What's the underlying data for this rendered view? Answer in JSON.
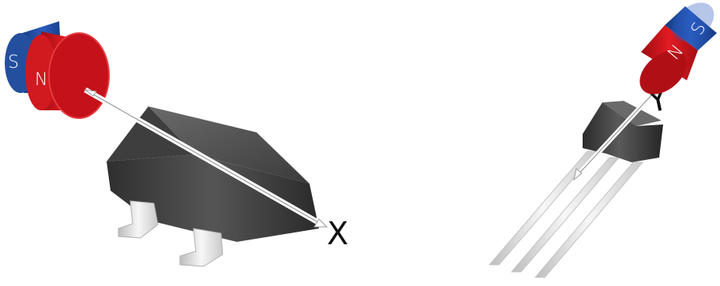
{
  "magnet_left": {
    "pole_south": "S",
    "pole_north": "N"
  },
  "magnet_right": {
    "pole_south": "S",
    "pole_north": "N"
  },
  "axes": {
    "x_label": "X",
    "y_label": "Y"
  },
  "colors": {
    "north_pole": "#d8131b",
    "south_pole": "#1f4fa8",
    "package_body": "#4a4a4a",
    "leads": "#e6e6e6"
  }
}
